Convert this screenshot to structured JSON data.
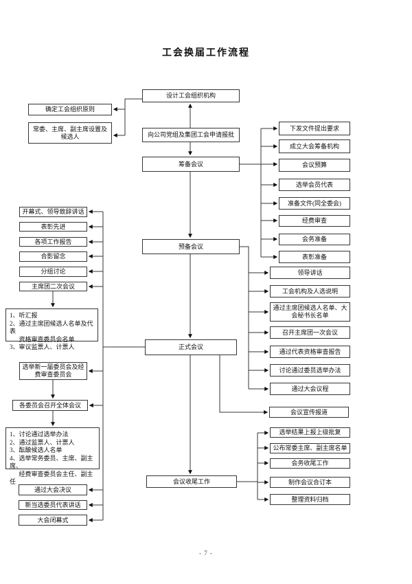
{
  "page": {
    "title": "工会换届工作流程",
    "page_number": "- 7 -"
  },
  "nodes": {
    "design": "设计工会组织机构",
    "apply": "向公司党组及集团工会申请报批",
    "prepare": "筹备会议",
    "preliminary": "预备会议",
    "formal": "正式会议",
    "wrapup": "会议收尾工作",
    "principle": "确定工会组织原则",
    "setup": "常委、主席、副主席设置及候选人",
    "opening": "开幕式、领导致辞讲话",
    "commend": "表彰先进",
    "reports": "各项工作报告",
    "photo": "合影留念",
    "discuss": "分组讨论",
    "presidium2": "主席团二次会议",
    "list1": "1、听汇报\n2、通过主席团候选人名单及代表\n      资格审查委员会名单\n3、审议监票人、计票人",
    "elect_new": "选举新一届委员会及经费审查委员会",
    "committees": "各委员会召开全体会议",
    "list2": "1、讨论通过选举办法\n2、通过监票人、计票人\n3、酝酿候选人名单\n4、选举常务委员、主席、副主席、\n      经费审查委员会主任、副主任",
    "resolution": "通过大会决议",
    "speech": "新当选委员代表讲话",
    "closing": "大会闭幕式",
    "publicity": "会议宣传报道"
  },
  "right_prepare": [
    "下发文件提出要求",
    "成立大会筹备机构",
    "会议预算",
    "选举会员代表",
    "准备文件(同全委会)",
    "经费审查",
    "会务准备",
    "表彰准备"
  ],
  "right_preliminary": [
    "领导讲话",
    "工会机构及人选说明",
    "通过主席团候选人名单、大会秘书长名单",
    "召开主席团一次会议",
    "通过代表资格审查报告",
    "讨论通过委员选举办法",
    "通过大会议程"
  ],
  "right_wrapup": [
    "选举结果上报上级批复",
    "公布常委主席、副主席名单",
    "会务收尾工作",
    "制作会议合订本",
    "整理资料归档"
  ]
}
